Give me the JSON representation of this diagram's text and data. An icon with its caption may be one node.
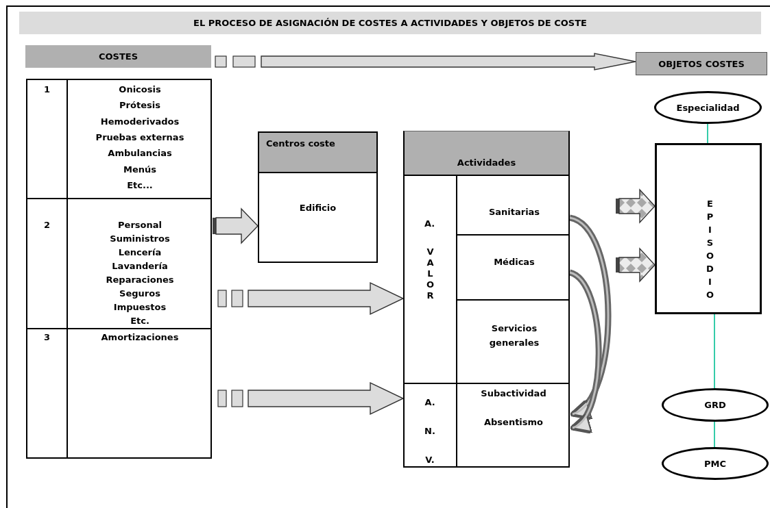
{
  "diagram": {
    "title": "EL PROCESO DE ASIGNACIÓN DE COSTES A ACTIVIDADES Y OBJETOS DE COSTE",
    "nodes": [
      {
        "text": [
          "COSTES"
        ]
      },
      {
        "text": [
          "1",
          "Onicosis",
          "Prótesis",
          "Hemoderivados",
          "Pruebas externas",
          "Ambulancias",
          "Menús",
          "Etc..."
        ]
      },
      {
        "text": [
          "2",
          "Personal",
          "Suministros",
          "Lencería",
          "Lavandería",
          "Reparaciones",
          "Seguros",
          "Impuestos",
          "Etc."
        ]
      },
      {
        "text": [
          "3",
          "Amortizaciones"
        ]
      },
      {
        "text": [
          "Centros coste",
          "Edificio"
        ]
      },
      {
        "text": [
          "Actividades"
        ]
      },
      {
        "text": [
          "A.",
          "VALOR"
        ],
        "in": 5
      },
      {
        "text": [
          "Sanitarias"
        ],
        "in": 5
      },
      {
        "text": [
          "Médicas"
        ],
        "in": 5
      },
      {
        "text": [
          "Servicios generales"
        ],
        "in": 5
      },
      {
        "text": [
          "A. N. V."
        ],
        "in": 5
      },
      {
        "text": [
          "Subactividad",
          "Absentismo"
        ],
        "in": 5
      },
      {
        "text": [
          "OBJETOS COSTES"
        ]
      },
      {
        "text": [
          "Especialidad"
        ]
      },
      {
        "text": [
          "EPISODIO"
        ]
      },
      {
        "text": [
          "GRD"
        ]
      },
      {
        "text": [
          "PMC"
        ]
      }
    ],
    "edges": [
      {
        "from": 0,
        "to": 12,
        "arrow": "to"
      },
      {
        "from": 2,
        "to": 4,
        "arrow": "to"
      },
      {
        "from": 2,
        "to": 6,
        "arrow": "to"
      },
      {
        "from": 3,
        "to": 10,
        "arrow": "to"
      },
      {
        "from": 7,
        "to": 11,
        "arrow": "to",
        "style": "thick",
        "color": "#666666"
      },
      {
        "from": 8,
        "to": 11,
        "arrow": "to",
        "style": "thick",
        "color": "#666666"
      },
      {
        "from": null,
        "to": 14,
        "arrow": "to"
      },
      {
        "from": null,
        "to": 14,
        "arrow": "to"
      },
      {
        "from": 13,
        "to": 14,
        "arrow": "none",
        "color": "#1fc7a0"
      },
      {
        "from": 14,
        "to": 15,
        "arrow": "none",
        "color": "#1fc7a0"
      },
      {
        "from": 15,
        "to": 16,
        "arrow": "none",
        "color": "#1fc7a0"
      }
    ]
  }
}
